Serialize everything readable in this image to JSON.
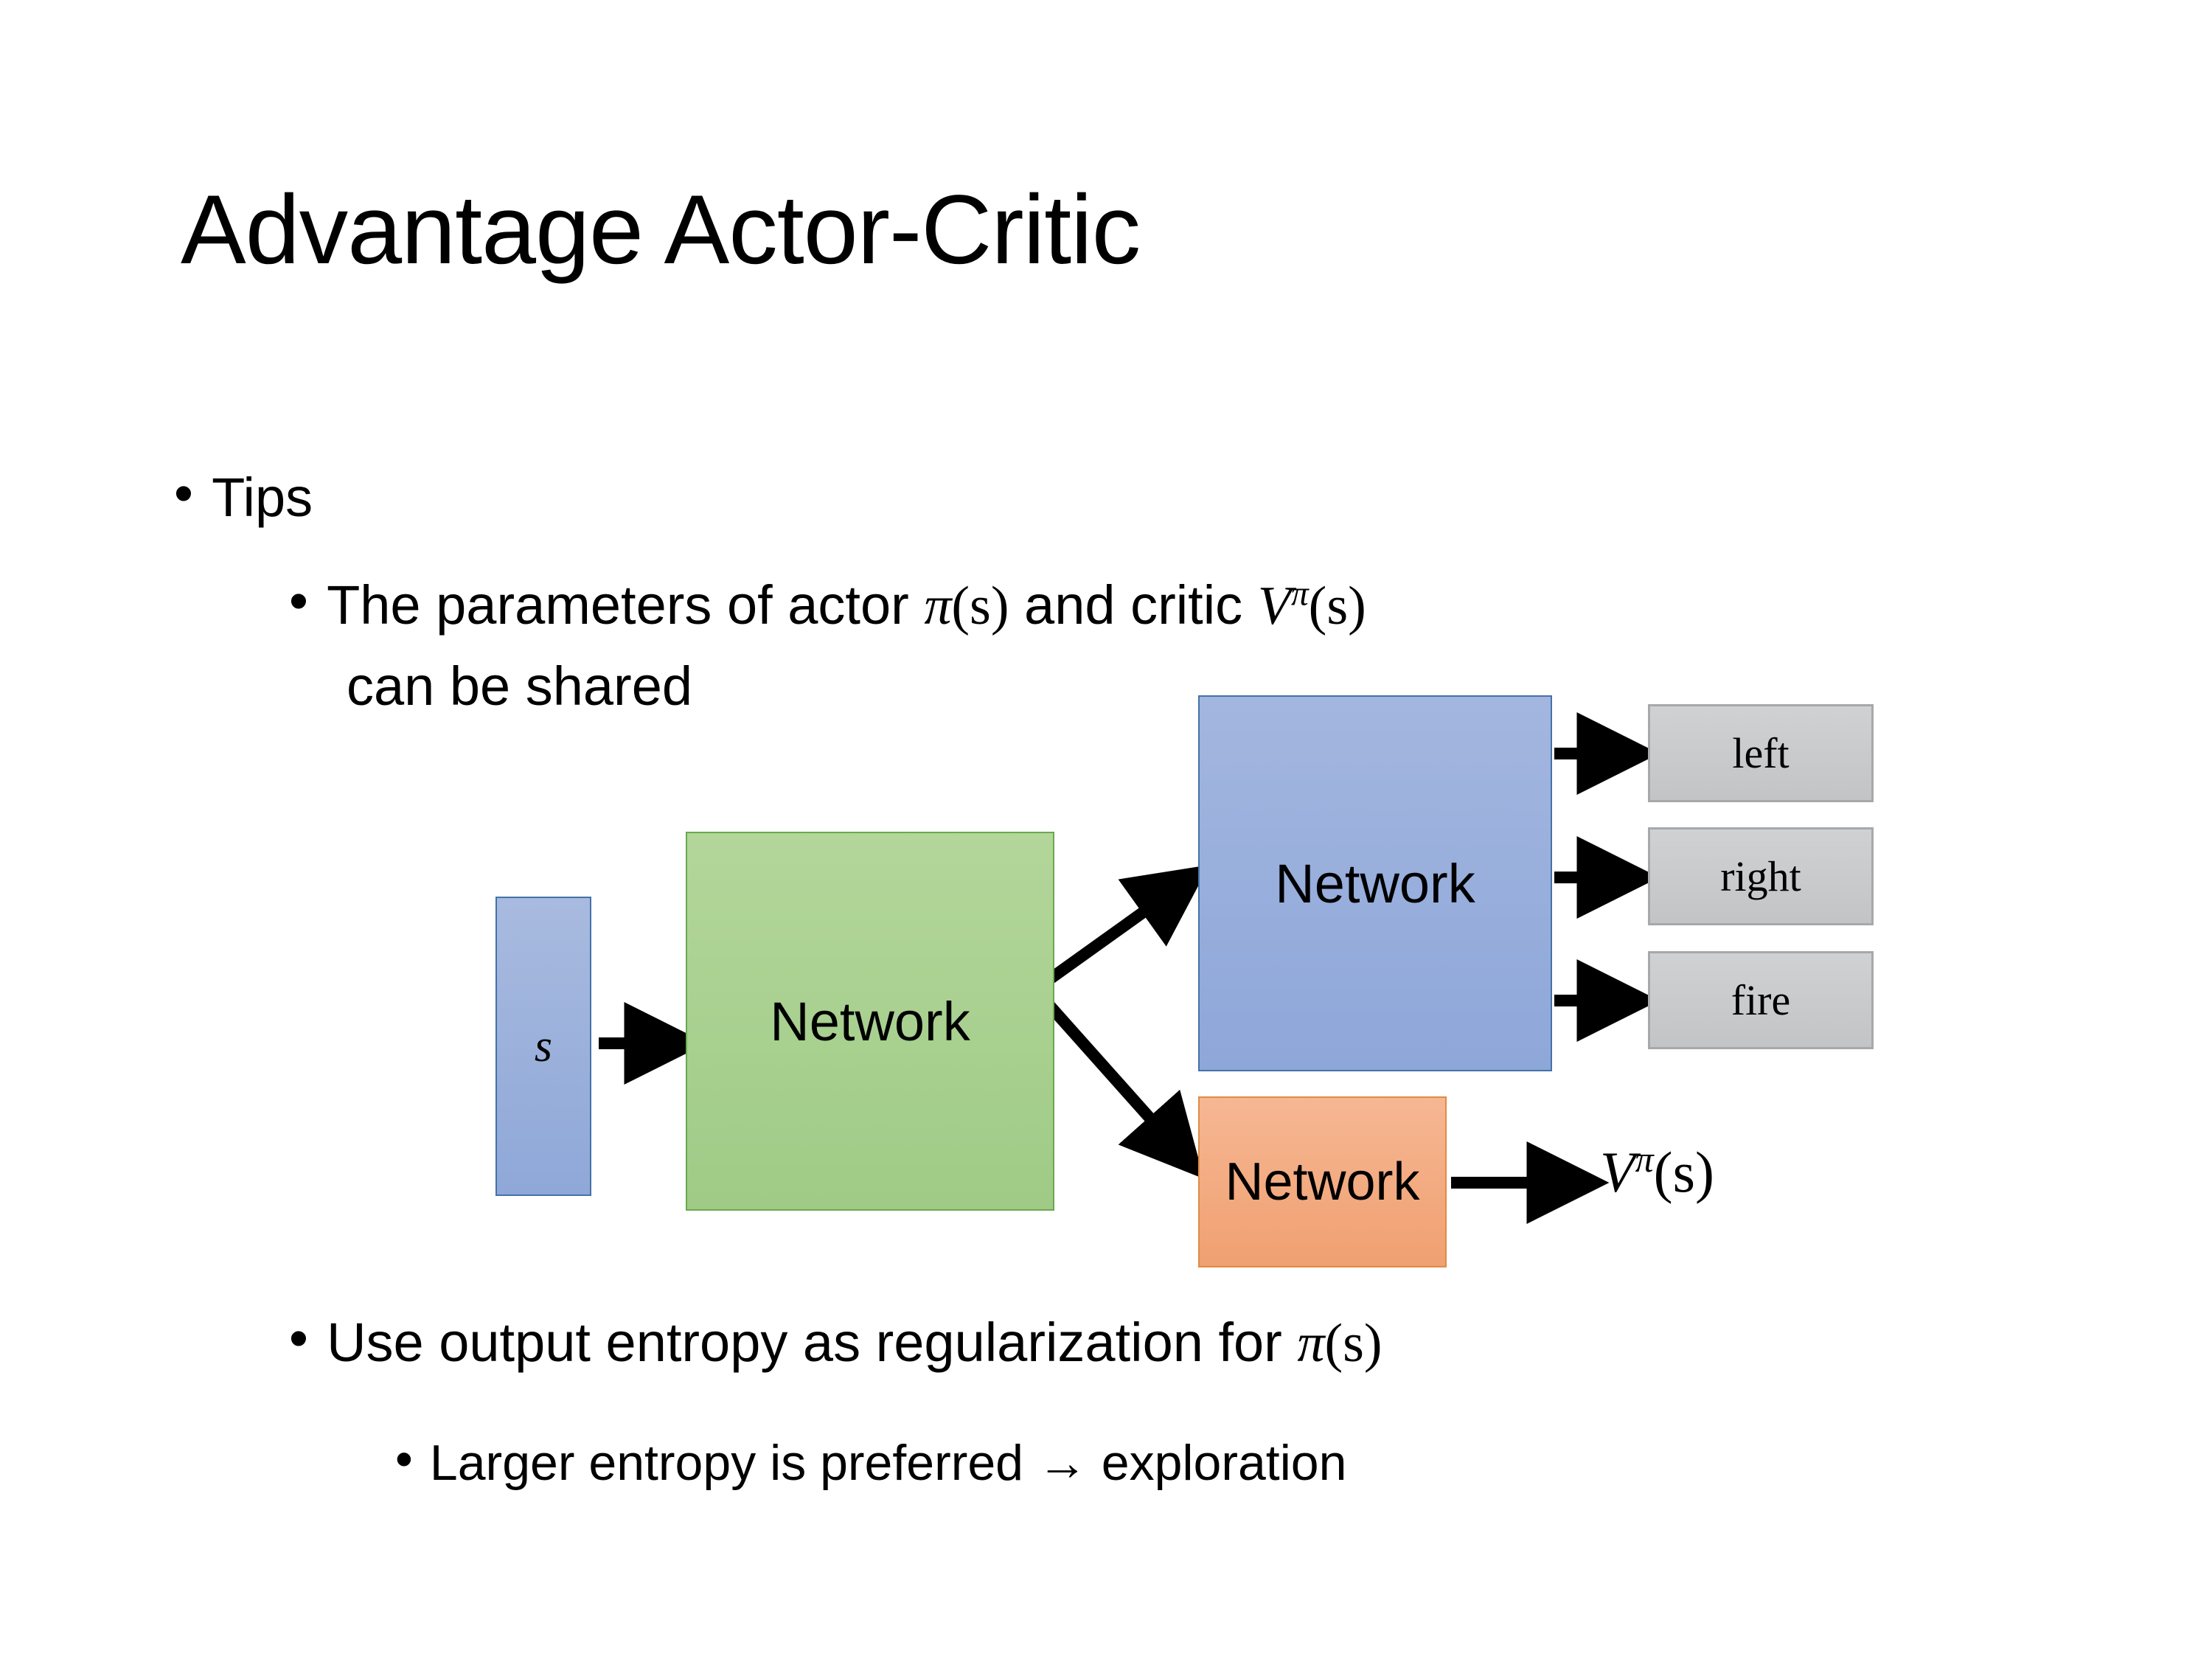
{
  "slide": {
    "title": "Advantage Actor-Critic",
    "bullets": [
      {
        "level": 1,
        "marker": "•",
        "text": "Tips"
      },
      {
        "level": 2,
        "marker": "•",
        "text_prefix": "The parameters of actor ",
        "pi": "π",
        "arg": "(s)",
        "text_mid": "  and critic ",
        "v": "V",
        "v_sup": "π",
        "v_arg": "(s)",
        "wrap_line": "can be shared"
      },
      {
        "level": 2,
        "marker": "•",
        "text_prefix": "Use output entropy as regularization for ",
        "pi": "π",
        "arg": "(s)"
      },
      {
        "level": 3,
        "marker": "•",
        "text": "Larger entropy is preferred → exploration"
      }
    ]
  },
  "diagram": {
    "state_box": {
      "label": "s",
      "color": "#8fa8d8"
    },
    "shared_network": {
      "label": "Network",
      "color": "#9fcb86"
    },
    "actor_network": {
      "label": "Network",
      "color": "#8ea7d9"
    },
    "critic_network": {
      "label": "Network",
      "color": "#f0a071"
    },
    "action_outputs": [
      {
        "label": "left"
      },
      {
        "label": "right"
      },
      {
        "label": "fire"
      }
    ],
    "value_output": {
      "v": "V",
      "sup": "π",
      "arg": "(s)"
    },
    "output_box_color": "#c2c4c6",
    "arrow_color": "#000000"
  }
}
